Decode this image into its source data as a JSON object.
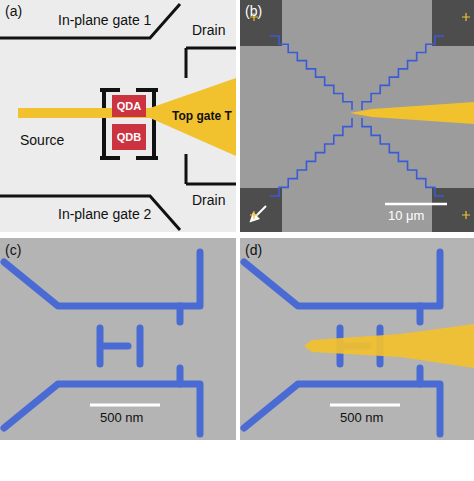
{
  "diagram": {
    "nodes": [
      {
        "text": [
          "QDA"
        ]
      },
      {
        "text": [
          "QDB"
        ]
      },
      {
        "text": [
          "Top gate T"
        ]
      }
    ],
    "labels": [
      "(a)",
      "In-plane gate 1",
      "Drain",
      "Source",
      "Drain",
      "In-plane gate 2",
      "(b)",
      "10 μm",
      "(c)",
      "500 nm",
      "(d)",
      "500 nm"
    ]
  }
}
